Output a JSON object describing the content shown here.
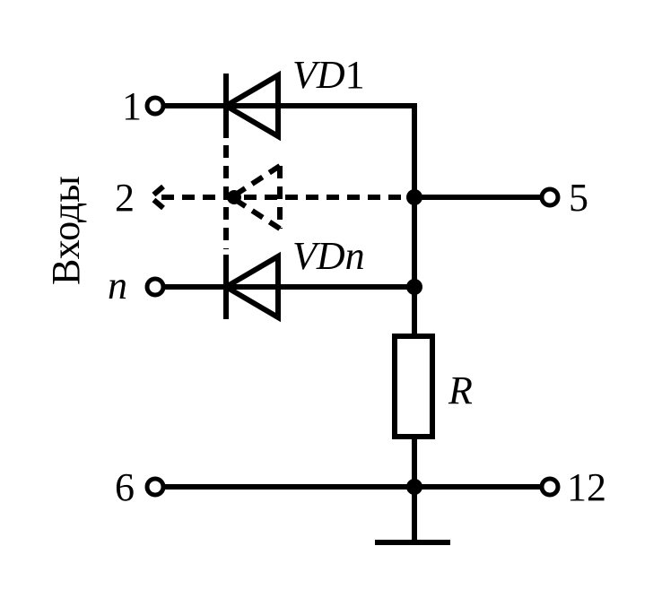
{
  "labels": {
    "vertical_title": "Входы",
    "pin_1": "1",
    "pin_2": "2",
    "pin_n": "n",
    "pin_5": "5",
    "pin_6": "6",
    "pin_12": "12",
    "diode_top_prefix": "VD",
    "diode_top_suffix": "1",
    "diode_bottom": "VDn",
    "resistor": "R"
  },
  "colors": {
    "line": "#000000",
    "background": "#ffffff"
  }
}
